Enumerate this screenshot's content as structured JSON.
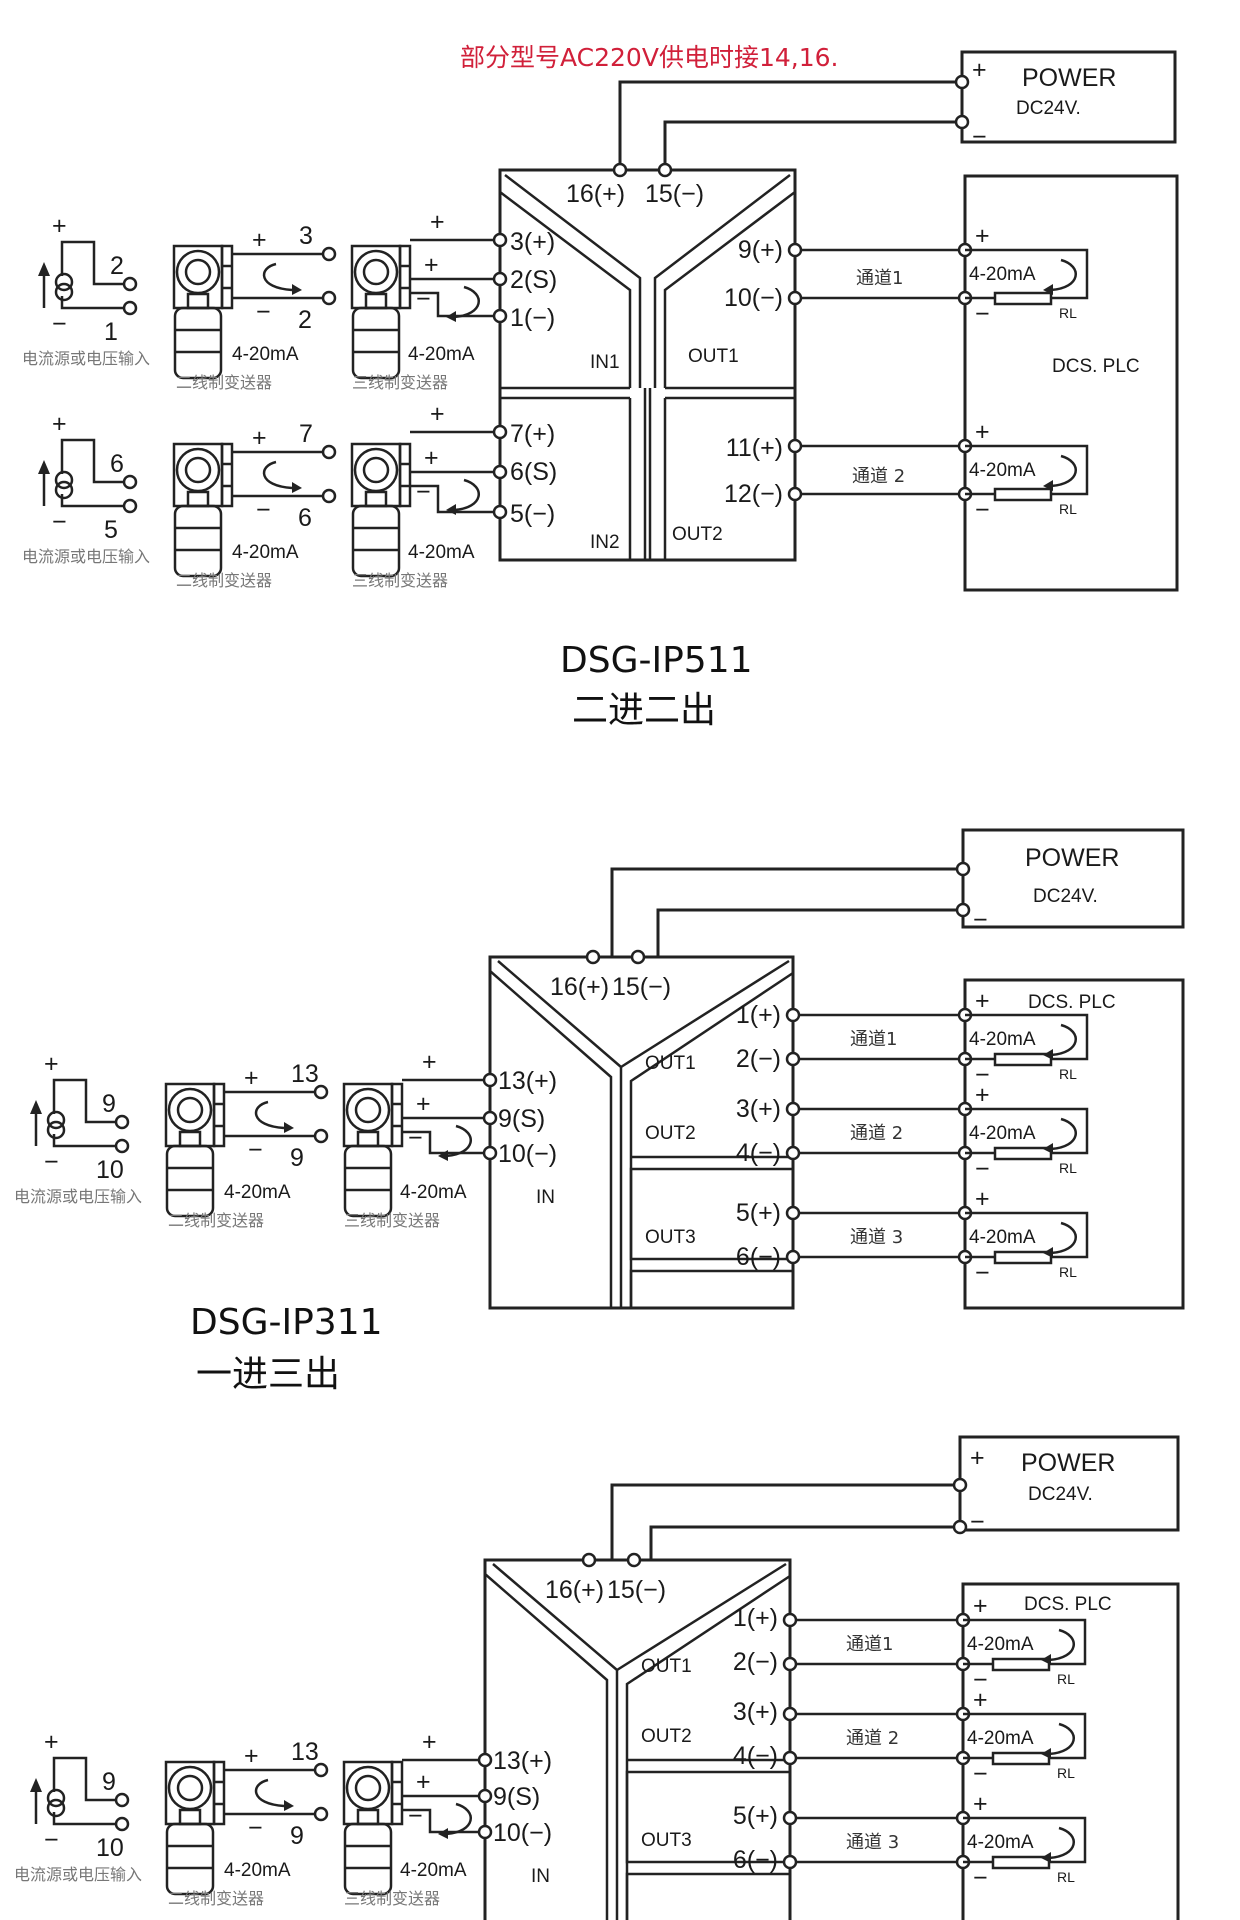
{
  "note_red": "部分型号AC220V供电时接14,16.",
  "power": {
    "title": "POWER",
    "voltage": "DC24V.",
    "plus": "+",
    "minus": "−"
  },
  "dcs_label": "DCS. PLC",
  "load": {
    "current": "4-20mA",
    "resistor": "RL",
    "plus": "+",
    "minus": "−"
  },
  "input_captions": {
    "source": "电流源或电压输入",
    "two_wire": "二线制变送器",
    "three_wire": "三线制变送器",
    "current": "4-20mA"
  },
  "diagrams": [
    {
      "model": "DSG-IP511",
      "subtitle": "二进二出",
      "power_terminals": [
        "16(+)",
        "15(−)"
      ],
      "inputs": [
        {
          "section": "IN1",
          "terminals": [
            "3(+)",
            "2(S)",
            "1(−)"
          ],
          "source_pins": [
            "2",
            "1"
          ],
          "two_wire_pins": [
            "3",
            "2"
          ]
        },
        {
          "section": "IN2",
          "terminals": [
            "7(+)",
            "6(S)",
            "5(−)"
          ],
          "source_pins": [
            "6",
            "5"
          ],
          "two_wire_pins": [
            "7",
            "6"
          ]
        }
      ],
      "outputs": [
        {
          "section": "OUT1",
          "terminals": [
            "9(+)",
            "10(−)"
          ],
          "channel": "通道1"
        },
        {
          "section": "OUT2",
          "terminals": [
            "11(+)",
            "12(−)"
          ],
          "channel": "通道 2"
        }
      ]
    },
    {
      "model": "DSG-IP311",
      "subtitle": "一进三出",
      "power_terminals": [
        "16(+)",
        "15(−)"
      ],
      "inputs": [
        {
          "section": "IN",
          "terminals": [
            "13(+)",
            "9(S)",
            "10(−)"
          ],
          "source_pins": [
            "9",
            "10"
          ],
          "two_wire_pins": [
            "13",
            "9"
          ]
        }
      ],
      "outputs": [
        {
          "section": "OUT1",
          "terminals": [
            "1(+)",
            "2(−)"
          ],
          "channel": "通道1"
        },
        {
          "section": "OUT2",
          "terminals": [
            "3(+)",
            "4(−)"
          ],
          "channel": "通道 2"
        },
        {
          "section": "OUT3",
          "terminals": [
            "5(+)",
            "6(−)"
          ],
          "channel": "通道 3"
        }
      ]
    },
    {
      "power_terminals": [
        "16(+)",
        "15(−)"
      ],
      "inputs": [
        {
          "section": "IN",
          "terminals": [
            "13(+)",
            "9(S)",
            "10(−)"
          ],
          "source_pins": [
            "9",
            "10"
          ],
          "two_wire_pins": [
            "13",
            "9"
          ]
        }
      ],
      "outputs": [
        {
          "section": "OUT1",
          "terminals": [
            "1(+)",
            "2(−)"
          ],
          "channel": "通道1"
        },
        {
          "section": "OUT2",
          "terminals": [
            "3(+)",
            "4(−)"
          ],
          "channel": "通道 2"
        },
        {
          "section": "OUT3",
          "terminals": [
            "5(+)",
            "6(−)"
          ],
          "channel": "通道 3"
        }
      ]
    }
  ]
}
